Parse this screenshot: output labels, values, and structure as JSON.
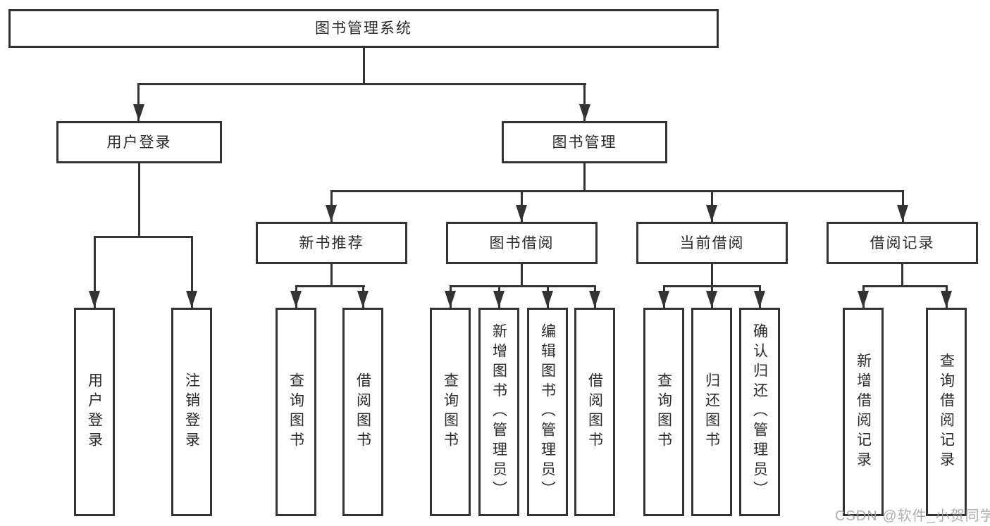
{
  "diagram_type": "hierarchical-function-structure-tree",
  "colors": {
    "line": "#333333",
    "box_border": "#333333",
    "box_fill": "#ffffff",
    "text": "#2b2b2b",
    "watermark": "#a0a0a0",
    "background": "#ffffff"
  },
  "tree": {
    "label": "图书管理系统",
    "children": [
      {
        "label": "用户登录",
        "children": [
          {
            "label": "用户登录"
          },
          {
            "label": "注销登录"
          }
        ]
      },
      {
        "label": "图书管理",
        "children": [
          {
            "label": "新书推荐",
            "children": [
              {
                "label": "查询图书"
              },
              {
                "label": "借阅图书"
              }
            ]
          },
          {
            "label": "图书借阅",
            "children": [
              {
                "label": "查询图书"
              },
              {
                "label": "新增图书（管理员）"
              },
              {
                "label": "编辑图书（管理员）"
              },
              {
                "label": "借阅图书"
              }
            ]
          },
          {
            "label": "当前借阅",
            "children": [
              {
                "label": "查询图书"
              },
              {
                "label": "归还图书"
              },
              {
                "label": "确认归还（管理员）"
              }
            ]
          },
          {
            "label": "借阅记录",
            "children": [
              {
                "label": "新增借阅记录"
              },
              {
                "label": "查询借阅记录"
              }
            ]
          }
        ]
      }
    ]
  },
  "watermark": {
    "text": "CSDN @软件_小贺同学"
  }
}
